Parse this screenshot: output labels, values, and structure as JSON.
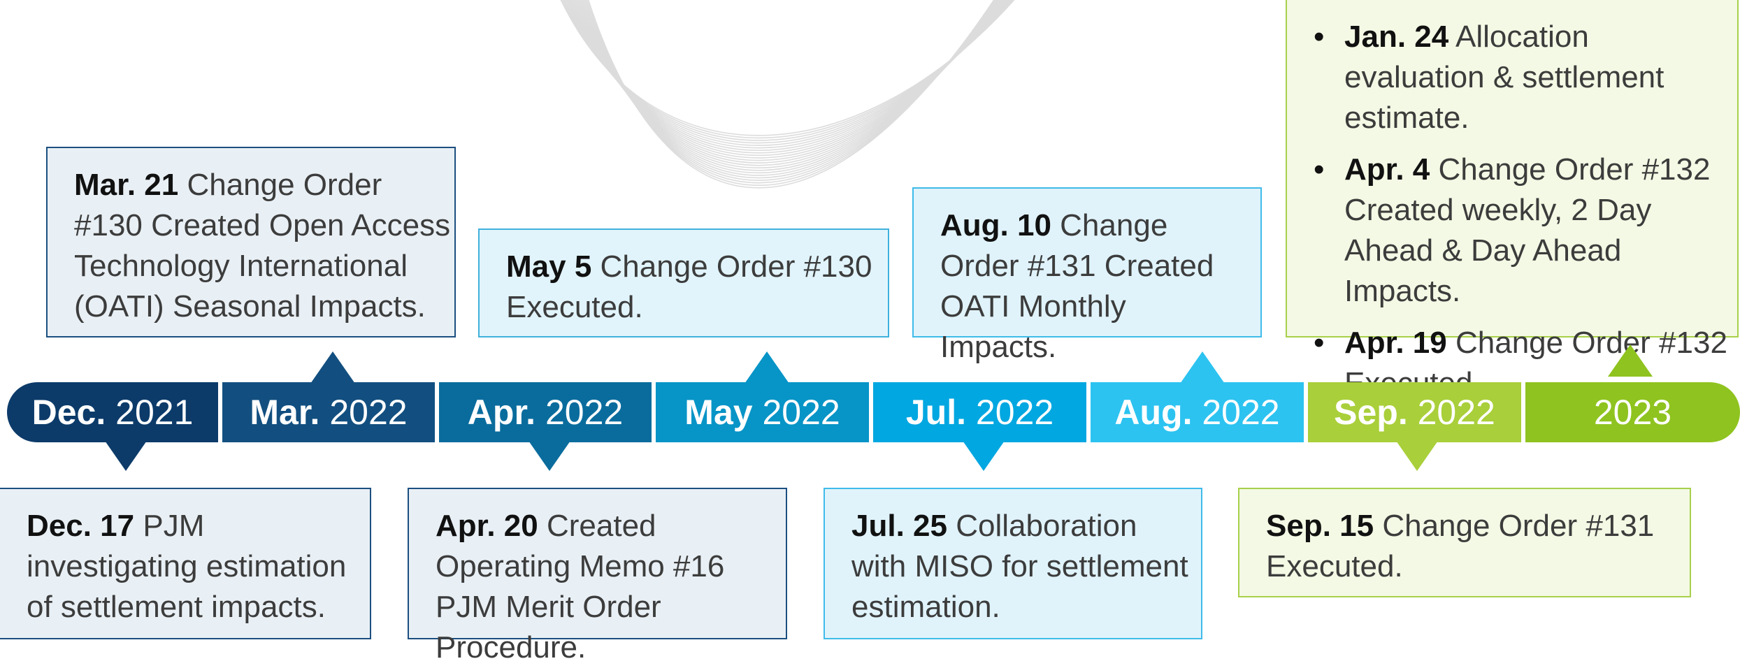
{
  "timeline": {
    "segments": [
      {
        "bold": "Dec.",
        "rest": "2021",
        "color": "#0c3b6a"
      },
      {
        "bold": "Mar.",
        "rest": "2022",
        "color": "#124f80"
      },
      {
        "bold": "Apr.",
        "rest": "2022",
        "color": "#0a6c9d"
      },
      {
        "bold": "May",
        "rest": "2022",
        "color": "#0794c7"
      },
      {
        "bold": "Jul.",
        "rest": "2022",
        "color": "#00a7e1"
      },
      {
        "bold": "Aug.",
        "rest": "2022",
        "color": "#2cc3f1"
      },
      {
        "bold": "Sep.",
        "rest": "2022",
        "color": "#a9cf3a"
      },
      {
        "bold": "",
        "rest": "2023",
        "color": "#8fc31f"
      }
    ]
  },
  "events_above": [
    {
      "date": "Mar. 21",
      "text": "Change Order #130 Created Open Access Technology International (OATI) Seasonal Impacts.",
      "bg": "#e9f0f5",
      "border": "#1c4f80"
    },
    {
      "date": "May 5",
      "text": "Change Order #130 Executed.",
      "bg": "#e1f4fb",
      "border": "#3fb1dd"
    },
    {
      "date": "Aug. 10",
      "text": "Change Order #131 Created OATI Monthly Impacts.",
      "bg": "#e0f3fb",
      "border": "#3fbbe9"
    }
  ],
  "events_2023": [
    {
      "date": "Jan. 24",
      "text": "Allocation evaluation & settlement estimate."
    },
    {
      "date": "Apr. 4",
      "text": "Change Order #132 Created weekly, 2 Day Ahead & Day Ahead Impacts."
    },
    {
      "date": "Apr. 19",
      "text": "Change Order #132 Executed."
    }
  ],
  "events_below": [
    {
      "date": "Dec. 17",
      "text": "PJM investigating estimation of settlement impacts.",
      "bg": "#e9f0f5",
      "border": "#1c4f80"
    },
    {
      "date": "Apr. 20",
      "text": "Created Operating Memo #16 PJM Merit Order Procedure.",
      "bg": "#e9f0f5",
      "border": "#1c4f80"
    },
    {
      "date": "Jul. 25",
      "text": "Collaboration with MISO for settlement estimation.",
      "bg": "#e0f3fb",
      "border": "#3fbbe9"
    },
    {
      "date": "Sep. 15",
      "text": "Change Order #131 Executed.",
      "bg": "#f3f9e4",
      "border": "#a8d04a"
    }
  ]
}
